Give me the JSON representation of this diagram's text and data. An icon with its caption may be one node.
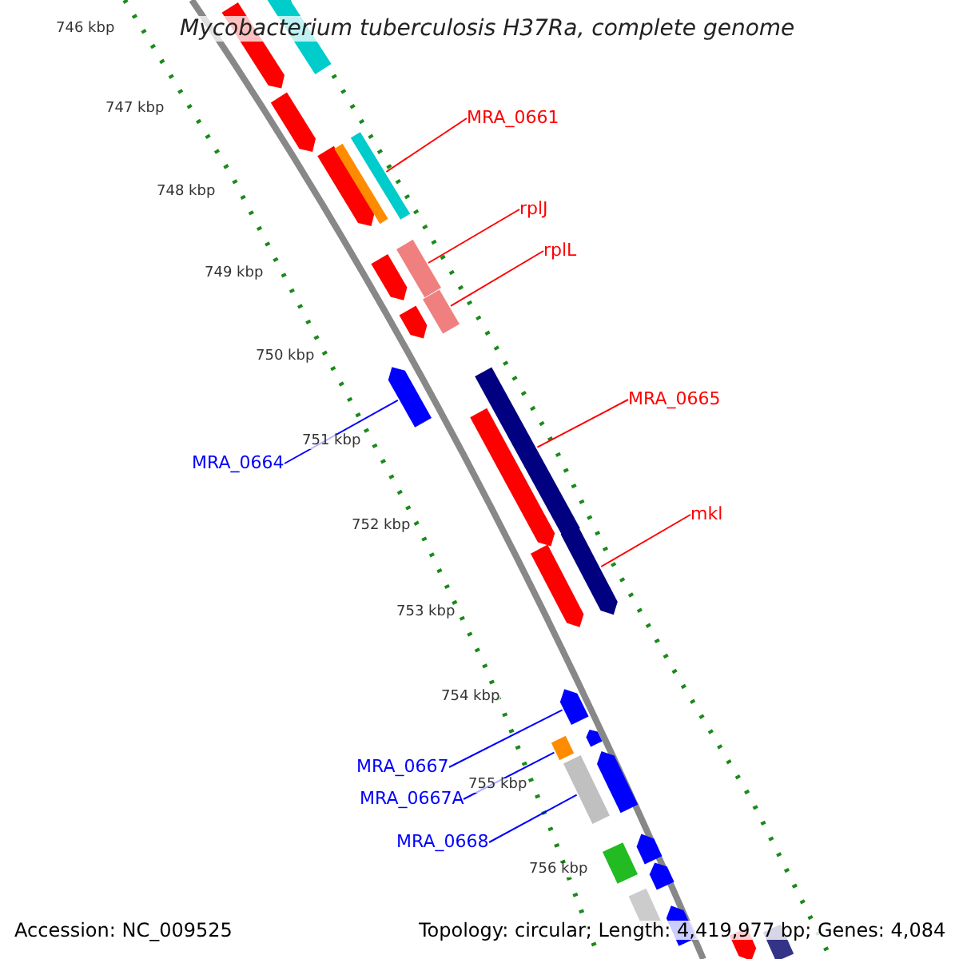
{
  "diagram": {
    "title": "Mycobacterium tuberculosis H37Ra, complete genome",
    "nodes": [
      {
        "text": [
          "MRA_0661"
        ]
      },
      {
        "text": [],
        "shape": "bar"
      },
      {
        "text": [
          "rplJ"
        ]
      },
      {
        "text": [],
        "shape": "bar"
      },
      {
        "text": [
          "rplL"
        ]
      },
      {
        "text": [],
        "shape": "bar"
      },
      {
        "text": [
          "MRA_0665"
        ]
      },
      {
        "text": [],
        "shape": "bar"
      },
      {
        "text": [
          "mkl"
        ]
      },
      {
        "text": [],
        "shape": "bar"
      },
      {
        "text": [
          "MRA_0664"
        ]
      },
      {
        "text": [],
        "shape": "bar"
      },
      {
        "text": [
          "MRA_0667"
        ]
      },
      {
        "text": [],
        "shape": "bar"
      },
      {
        "text": [
          "MRA_0667A"
        ]
      },
      {
        "text": [],
        "shape": "bar"
      },
      {
        "text": [
          "MRA_0668"
        ]
      },
      {
        "text": [],
        "shape": "bar"
      },
      {
        "text": [],
        "shape": "bar"
      },
      {
        "text": [],
        "shape": "bar"
      },
      {
        "text": [],
        "shape": "bar"
      },
      {
        "text": [],
        "shape": "bar"
      },
      {
        "text": [],
        "shape": "bar"
      },
      {
        "text": [],
        "shape": "bar"
      },
      {
        "text": [],
        "shape": "bar"
      },
      {
        "text": [],
        "shape": "bar"
      },
      {
        "text": [],
        "shape": "bar"
      },
      {
        "text": [],
        "shape": "bar"
      },
      {
        "text": [],
        "shape": "bar"
      },
      {
        "text": [],
        "shape": "bar"
      },
      {
        "text": [],
        "shape": "bar"
      },
      {
        "text": [],
        "shape": "bar"
      },
      {
        "text": [],
        "shape": "bar"
      },
      {
        "text": [],
        "shape": "bar"
      },
      {
        "text": [],
        "shape": "bar"
      },
      {
        "text": [],
        "shape": "bar"
      }
    ],
    "edges": [
      {
        "from": 0,
        "to": 1,
        "arrow": "none"
      },
      {
        "from": 2,
        "to": 3,
        "arrow": "none"
      },
      {
        "from": 4,
        "to": 5,
        "arrow": "none"
      },
      {
        "from": 6,
        "to": 7,
        "arrow": "none"
      },
      {
        "from": 8,
        "to": 9,
        "arrow": "none"
      },
      {
        "from": 10,
        "to": 11,
        "arrow": "none",
        "color": "#0000ff"
      },
      {
        "from": 12,
        "to": 13,
        "arrow": "none",
        "color": "#0000ff"
      },
      {
        "from": 14,
        "to": 15,
        "arrow": "none",
        "color": "#0000ff"
      },
      {
        "from": 16,
        "to": 17,
        "arrow": "none",
        "color": "#0000ff"
      }
    ],
    "labels": [
      "746 kbp",
      "747 kbp",
      "748 kbp",
      "749 kbp",
      "750 kbp",
      "751 kbp",
      "752 kbp",
      "753 kbp",
      "754 kbp",
      "755 kbp",
      "756 kbp",
      "Accession: NC_009525",
      "Topology: circular; Length: 4,419,977 bp; Genes: 4,084"
    ]
  }
}
